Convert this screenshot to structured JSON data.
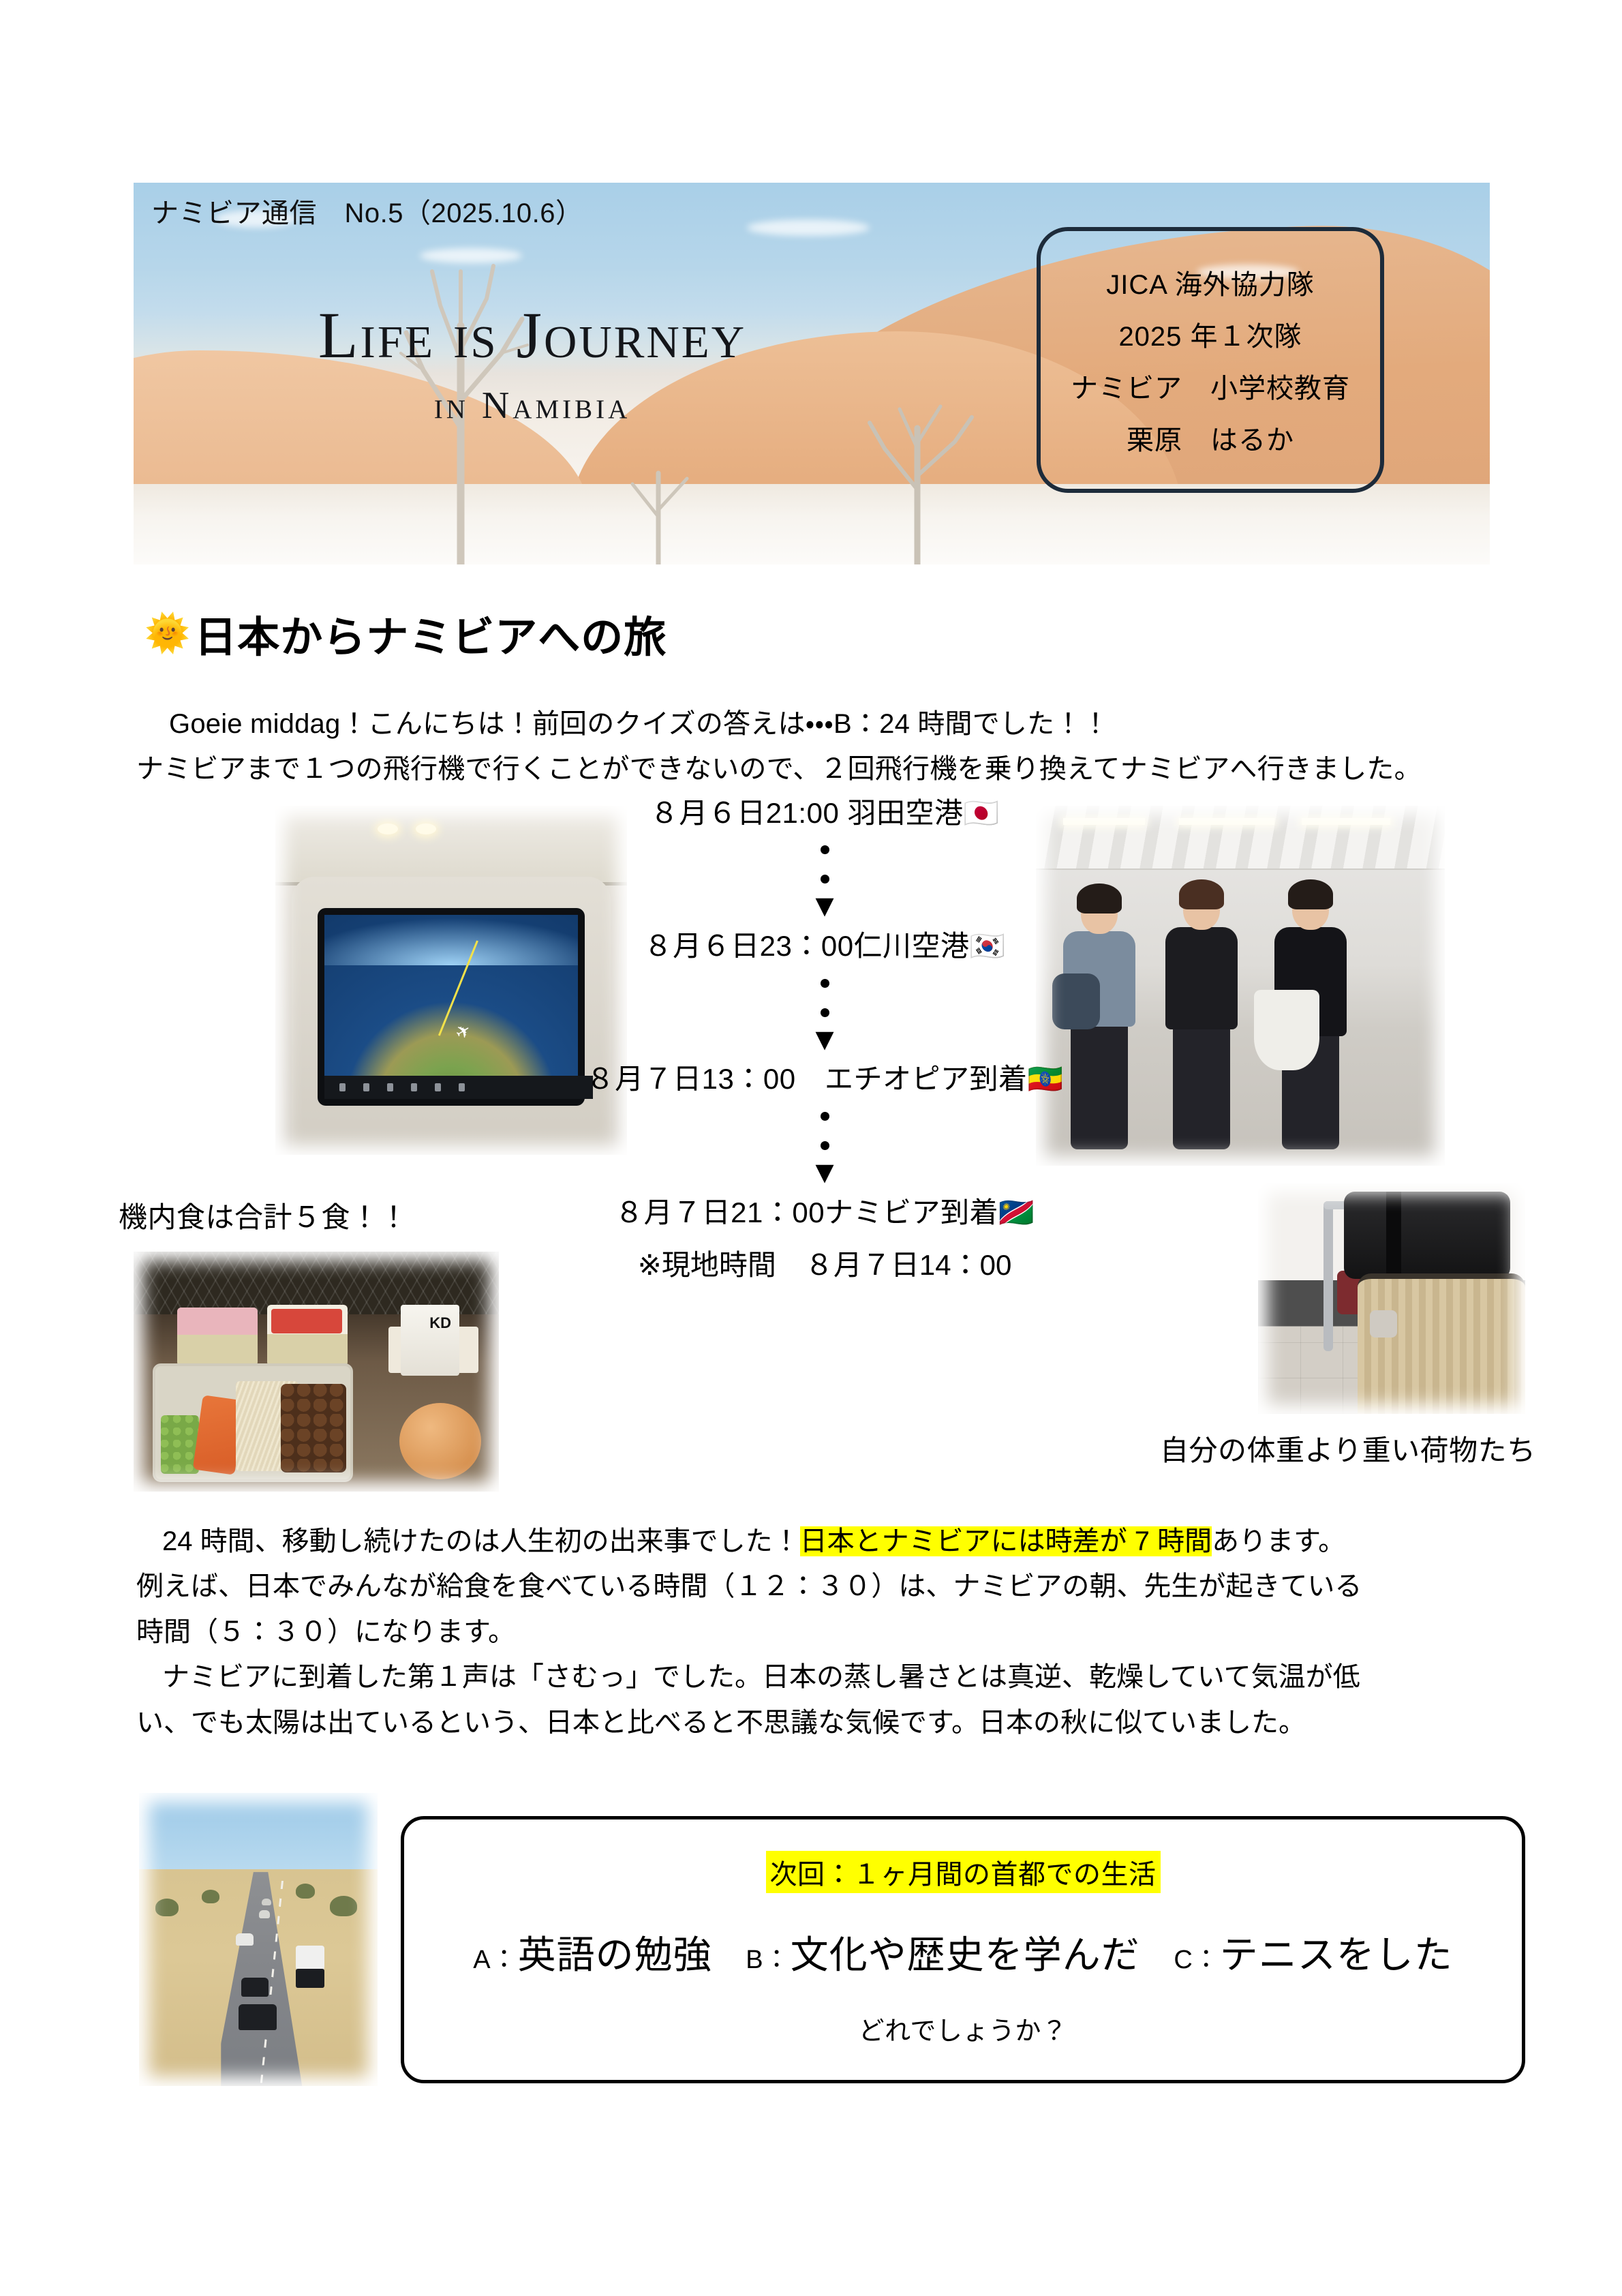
{
  "banner": {
    "issue_line": "ナミビア通信　No.5（2025.10.6）",
    "logo_line1": "Life is Journey",
    "logo_line2": "in Namibia",
    "jica_box": [
      "JICA 海外協力隊",
      "2025 年１次隊",
      "ナミビア　小学校教育",
      "栗原　はるか"
    ]
  },
  "section": {
    "sun_icon": "🌞",
    "heading": "日本からナミビアへの旅"
  },
  "intro": {
    "line1": "Goeie middag！こんにちは！前回のクイズの答えは・・・B：24 時間でした！！",
    "line2": "ナミビアまで１つの飛行機で行くことができないので、２回飛行機を乗り換えてナミビアへ行きました。"
  },
  "timeline": {
    "steps": [
      {
        "text": "８月６日21:00 羽田空港",
        "flag": "🇯🇵"
      },
      {
        "text": "８月６日23：00仁川空港",
        "flag": "🇰🇷"
      },
      {
        "text": "８月７日13：00　エチオピア到着",
        "flag": "🇪🇹"
      },
      {
        "text": "８月７日21：00ナミビア到着",
        "flag": "🇳🇦"
      }
    ],
    "local_time_note": "※現地時間　８月７日14：00",
    "arrow": "▼"
  },
  "captions": {
    "meal": "機内食は合計５食！！",
    "luggage": "自分の体重より重い荷物たち"
  },
  "body": {
    "p1_before": "24 時間、移動し続けたのは人生初の出来事でした！",
    "p1_highlight": "日本とナミビアには時差が 7 時間",
    "p1_after": "あります。",
    "p2": "例えば、日本でみんなが給食を食べている時間（１２：３０）は、ナミビアの朝、先生が起きている",
    "p3": "時間（５：３０）になります。",
    "p4": "ナミビアに到着した第１声は「さむっ」でした。日本の蒸し暑さとは真逆、乾燥していて気温が低",
    "p5": "い、でも太陽は出ているという、日本と比べると不思議な気候です。日本の秋に似ていました。"
  },
  "quiz": {
    "next_label": "次回：１ヶ月間の首都での生活",
    "options": [
      {
        "label": "A：",
        "text": "英語の勉強"
      },
      {
        "label": "B：",
        "text": "文化や歴史を学んだ"
      },
      {
        "label": "C：",
        "text": "テニスをした"
      }
    ],
    "prompt": "どれでしょうか？"
  },
  "colors": {
    "highlight": "#ffff00",
    "box_border": "#1d2b3a",
    "sky": "#a9cfe8",
    "dune": "#e3a878"
  }
}
